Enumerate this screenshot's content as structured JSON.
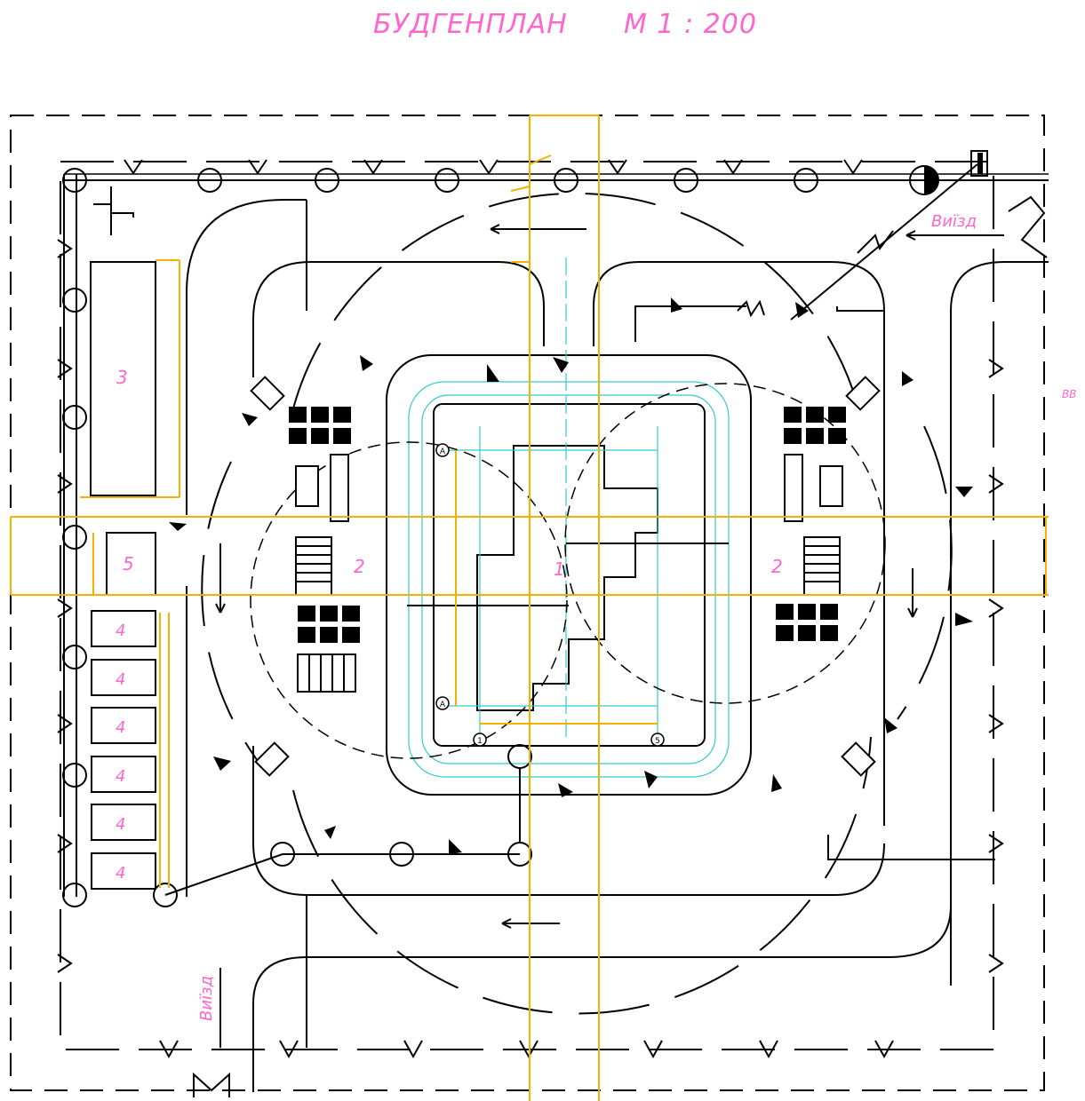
{
  "drawing": {
    "title": "БУДГЕНПЛАН",
    "scale": "М 1 : 200"
  },
  "labels": {
    "exit_top": "Виїзд",
    "exit_bottom": "Виїзд",
    "building_main": "1",
    "crane_zone_left": "2",
    "crane_zone_right": "2",
    "warehouse": "3",
    "sheds": [
      "4",
      "4",
      "4",
      "4",
      "4",
      "4"
    ],
    "office": "5",
    "edge_mark": "ВВ"
  },
  "axes": {
    "top_left": "А",
    "bottom_left": "А",
    "bottom_mid": "1",
    "bottom_right": "5"
  },
  "colors": {
    "line": "#000000",
    "dimension": "#f5b000",
    "construction": "#33cccc",
    "annotation": "#ff66cc"
  }
}
